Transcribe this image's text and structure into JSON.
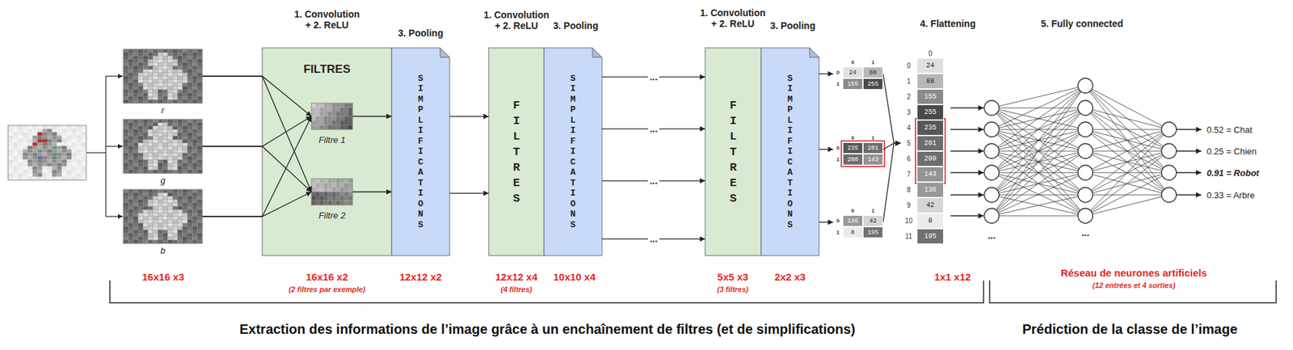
{
  "diagram": {
    "nodes": [
      {
        "text": [
          "r"
        ]
      },
      {
        "text": [
          "g"
        ]
      },
      {
        "text": [
          "b"
        ]
      },
      {
        "text": [
          "FILTRES"
        ]
      },
      {
        "text": [
          "Filtre 1"
        ],
        "in": 3
      },
      {
        "text": [
          "Filtre 2"
        ],
        "in": 3
      },
      {
        "text": [
          "SIMPLIFICATIONS"
        ]
      },
      {
        "text": [
          "FILTRES"
        ]
      },
      {
        "text": [
          "SIMPLIFICATIONS"
        ]
      },
      {
        "text": [
          "FILTRES"
        ]
      },
      {
        "text": [
          "SIMPLIFICATIONS"
        ]
      },
      {
        "text": [
          "0",
          "1",
          "0",
          "24",
          "88",
          "1",
          "155",
          "255"
        ]
      },
      {
        "text": [
          "0",
          "1",
          "0",
          "235",
          "201",
          "1",
          "200",
          "143"
        ]
      },
      {
        "text": [
          "0",
          "1",
          "0",
          "136",
          "42",
          "1",
          "8",
          "195"
        ]
      },
      {
        "text": [
          "0",
          "0",
          "24",
          "1",
          "88",
          "2",
          "155",
          "3",
          "255",
          "4",
          "235",
          "5",
          "201",
          "6",
          "200",
          "7",
          "143",
          "8",
          "136",
          "9",
          "42",
          "10",
          "8",
          "11",
          "195"
        ]
      }
    ],
    "edges": [
      {
        "from": 0,
        "to": 4,
        "arrow": "to"
      },
      {
        "from": 0,
        "to": 5,
        "arrow": "to"
      },
      {
        "from": 1,
        "to": 4,
        "arrow": "to"
      },
      {
        "from": 1,
        "to": 5,
        "arrow": "to"
      },
      {
        "from": 2,
        "to": 4,
        "arrow": "to"
      },
      {
        "from": 2,
        "to": 5,
        "arrow": "to"
      },
      {
        "from": 4,
        "to": 6,
        "arrow": "to"
      },
      {
        "from": 5,
        "to": 6,
        "arrow": "to"
      },
      {
        "from": 6,
        "to": 7,
        "arrow": "to"
      },
      {
        "from": 6,
        "to": 7,
        "arrow": "to"
      },
      {
        "from": 8,
        "to": 9,
        "label": "...",
        "arrow": "to"
      },
      {
        "from": 8,
        "to": 9,
        "label": "...",
        "arrow": "to"
      },
      {
        "from": 8,
        "to": 9,
        "label": "...",
        "arrow": "to"
      },
      {
        "from": 8,
        "to": 9,
        "label": "...",
        "arrow": "to"
      },
      {
        "from": 10,
        "to": 11,
        "arrow": "to"
      },
      {
        "from": 10,
        "to": 12,
        "arrow": "to"
      },
      {
        "from": 10,
        "to": 13,
        "arrow": "to"
      },
      {
        "from": 11,
        "to": 14,
        "arrow": "to"
      },
      {
        "from": 12,
        "to": 14,
        "arrow": "to"
      },
      {
        "from": 13,
        "to": 14,
        "arrow": "to"
      }
    ],
    "labels": [
      "1. Convolution + 2. ReLU",
      "3. Pooling",
      "1. Convolution + 2. ReLU",
      "3. Pooling",
      "1. Convolution + 2. ReLU",
      "3. Pooling",
      "4. Flattening",
      "5. Fully connected",
      "16x16 x3",
      "16x16 x2",
      "(2 filtres par exemple)",
      "12x12 x2",
      "12x12 x4",
      "(4 filtres)",
      "10x10 x4",
      "5x5 x3",
      "(3 filtres)",
      "2x2 x3",
      "1x1 x12",
      "Réseau de neurones artificiels",
      "(12 entrées et 4 sorties)",
      "0.52 = Chat",
      "0.25 = Chien",
      "0.91 = Robot",
      "0.33 = Arbre",
      "...",
      "...",
      "Extraction des informations de l’image grâce à un enchaînement de filtres (et de simplifications)",
      "Prédiction de la classe de l’image"
    ]
  }
}
